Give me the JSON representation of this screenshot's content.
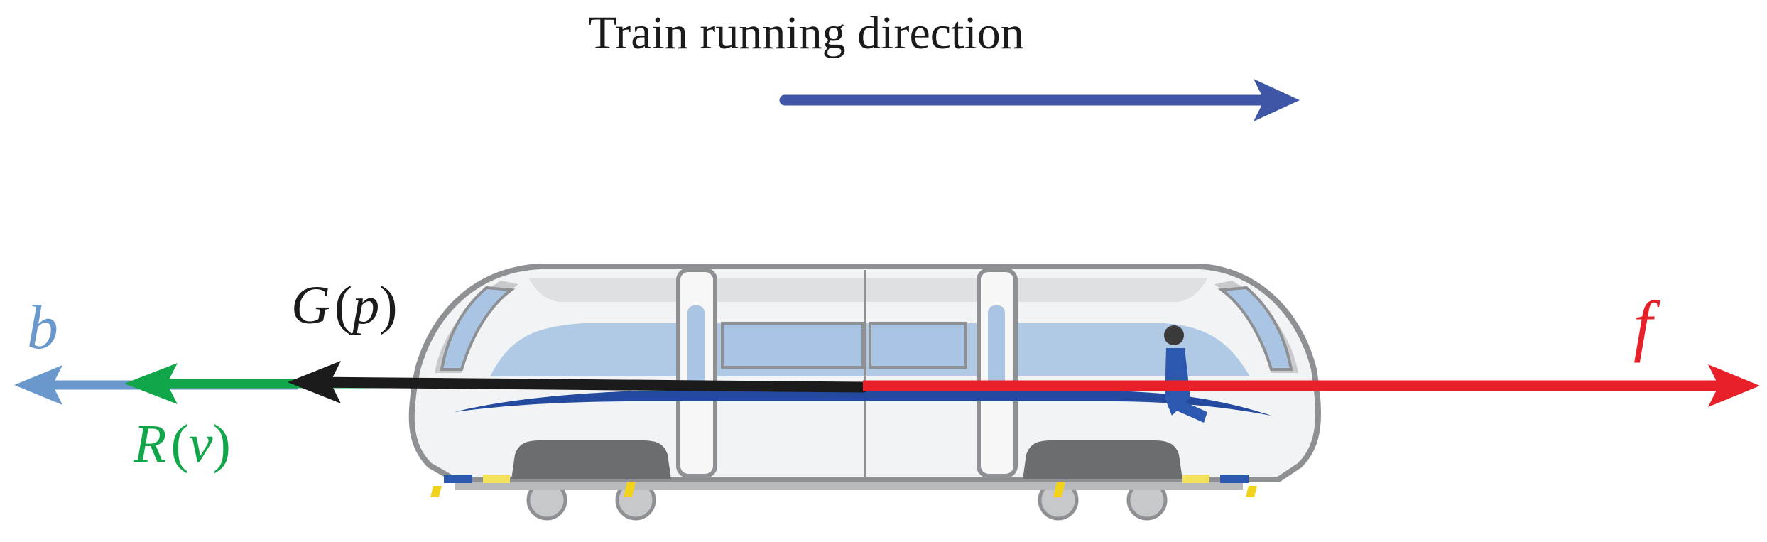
{
  "direction": {
    "label": "Train running direction",
    "arrow_color": "#3f55a6"
  },
  "forces": {
    "traction": {
      "symbol": "f",
      "color": "#e8202a"
    },
    "braking": {
      "symbol": "b",
      "color": "#6a98cc"
    },
    "resistance": {
      "symbol_name": "R",
      "variable": "v",
      "color": "#12a64a"
    },
    "gradient": {
      "symbol_name": "G",
      "variable": "p",
      "color": "#1b1b1b"
    },
    "paren_open": "(",
    "paren_close": ")"
  },
  "train": {
    "body_color": "#f2f3f5",
    "outline_color": "#8e9093",
    "window_color": "#a9c5e3",
    "stripe_color": "#234a9e",
    "accent_yellow": "#f2e15a",
    "bogie_color": "#6c6d70"
  }
}
